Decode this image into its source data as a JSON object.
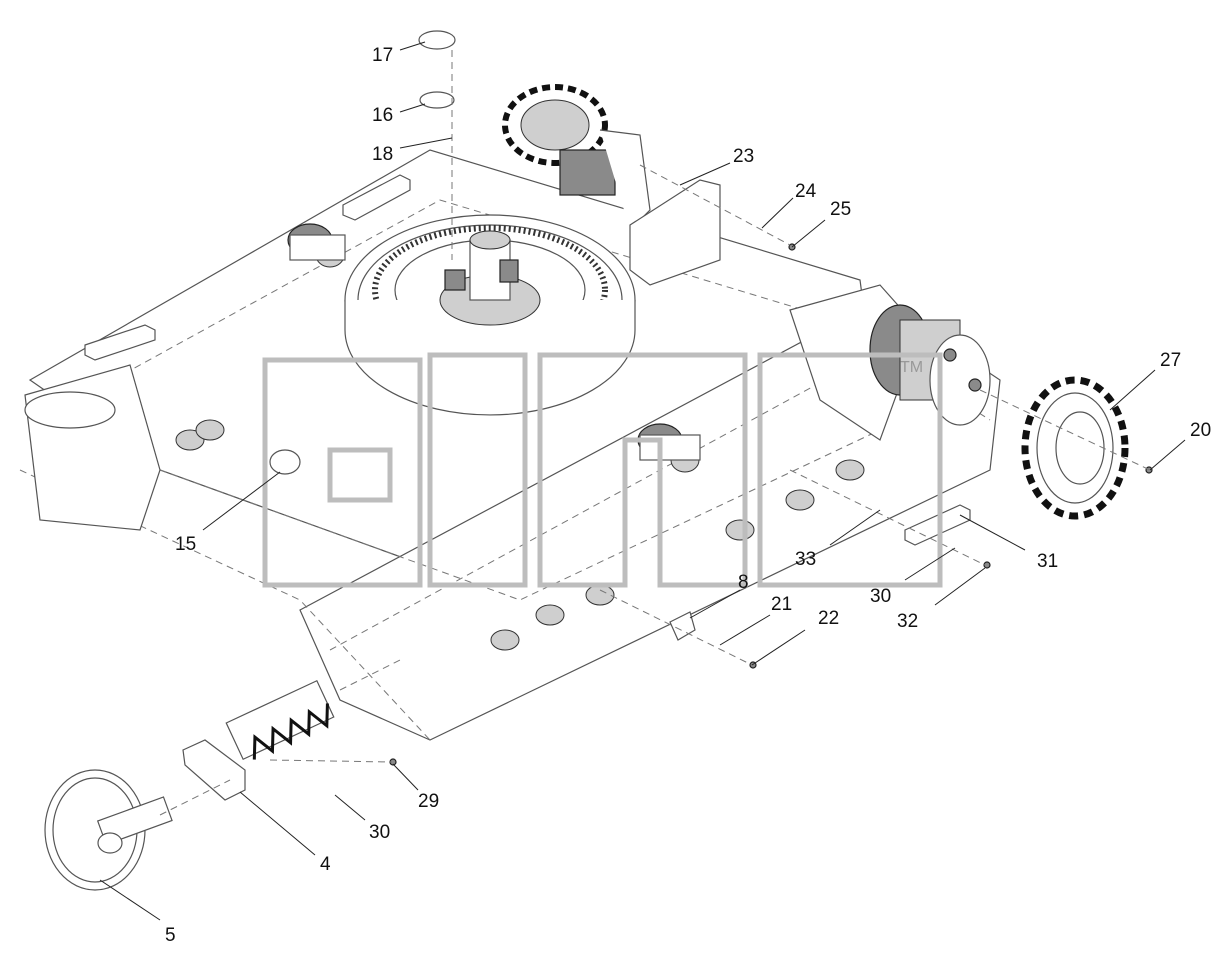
{
  "callouts": [
    {
      "id": "17",
      "text": "17"
    },
    {
      "id": "16",
      "text": "16"
    },
    {
      "id": "18",
      "text": "18"
    },
    {
      "id": "23",
      "text": "23"
    },
    {
      "id": "24",
      "text": "24"
    },
    {
      "id": "25",
      "text": "25"
    },
    {
      "id": "27",
      "text": "27"
    },
    {
      "id": "20",
      "text": "20"
    },
    {
      "id": "15",
      "text": "15"
    },
    {
      "id": "33",
      "text": "33"
    },
    {
      "id": "31",
      "text": "31"
    },
    {
      "id": "30a",
      "text": "30"
    },
    {
      "id": "32",
      "text": "32"
    },
    {
      "id": "8",
      "text": "8"
    },
    {
      "id": "21",
      "text": "21"
    },
    {
      "id": "22",
      "text": "22"
    },
    {
      "id": "29",
      "text": "29"
    },
    {
      "id": "30b",
      "text": "30"
    },
    {
      "id": "4",
      "text": "4"
    },
    {
      "id": "5",
      "text": "5"
    }
  ],
  "watermark": {
    "text": "TM"
  }
}
